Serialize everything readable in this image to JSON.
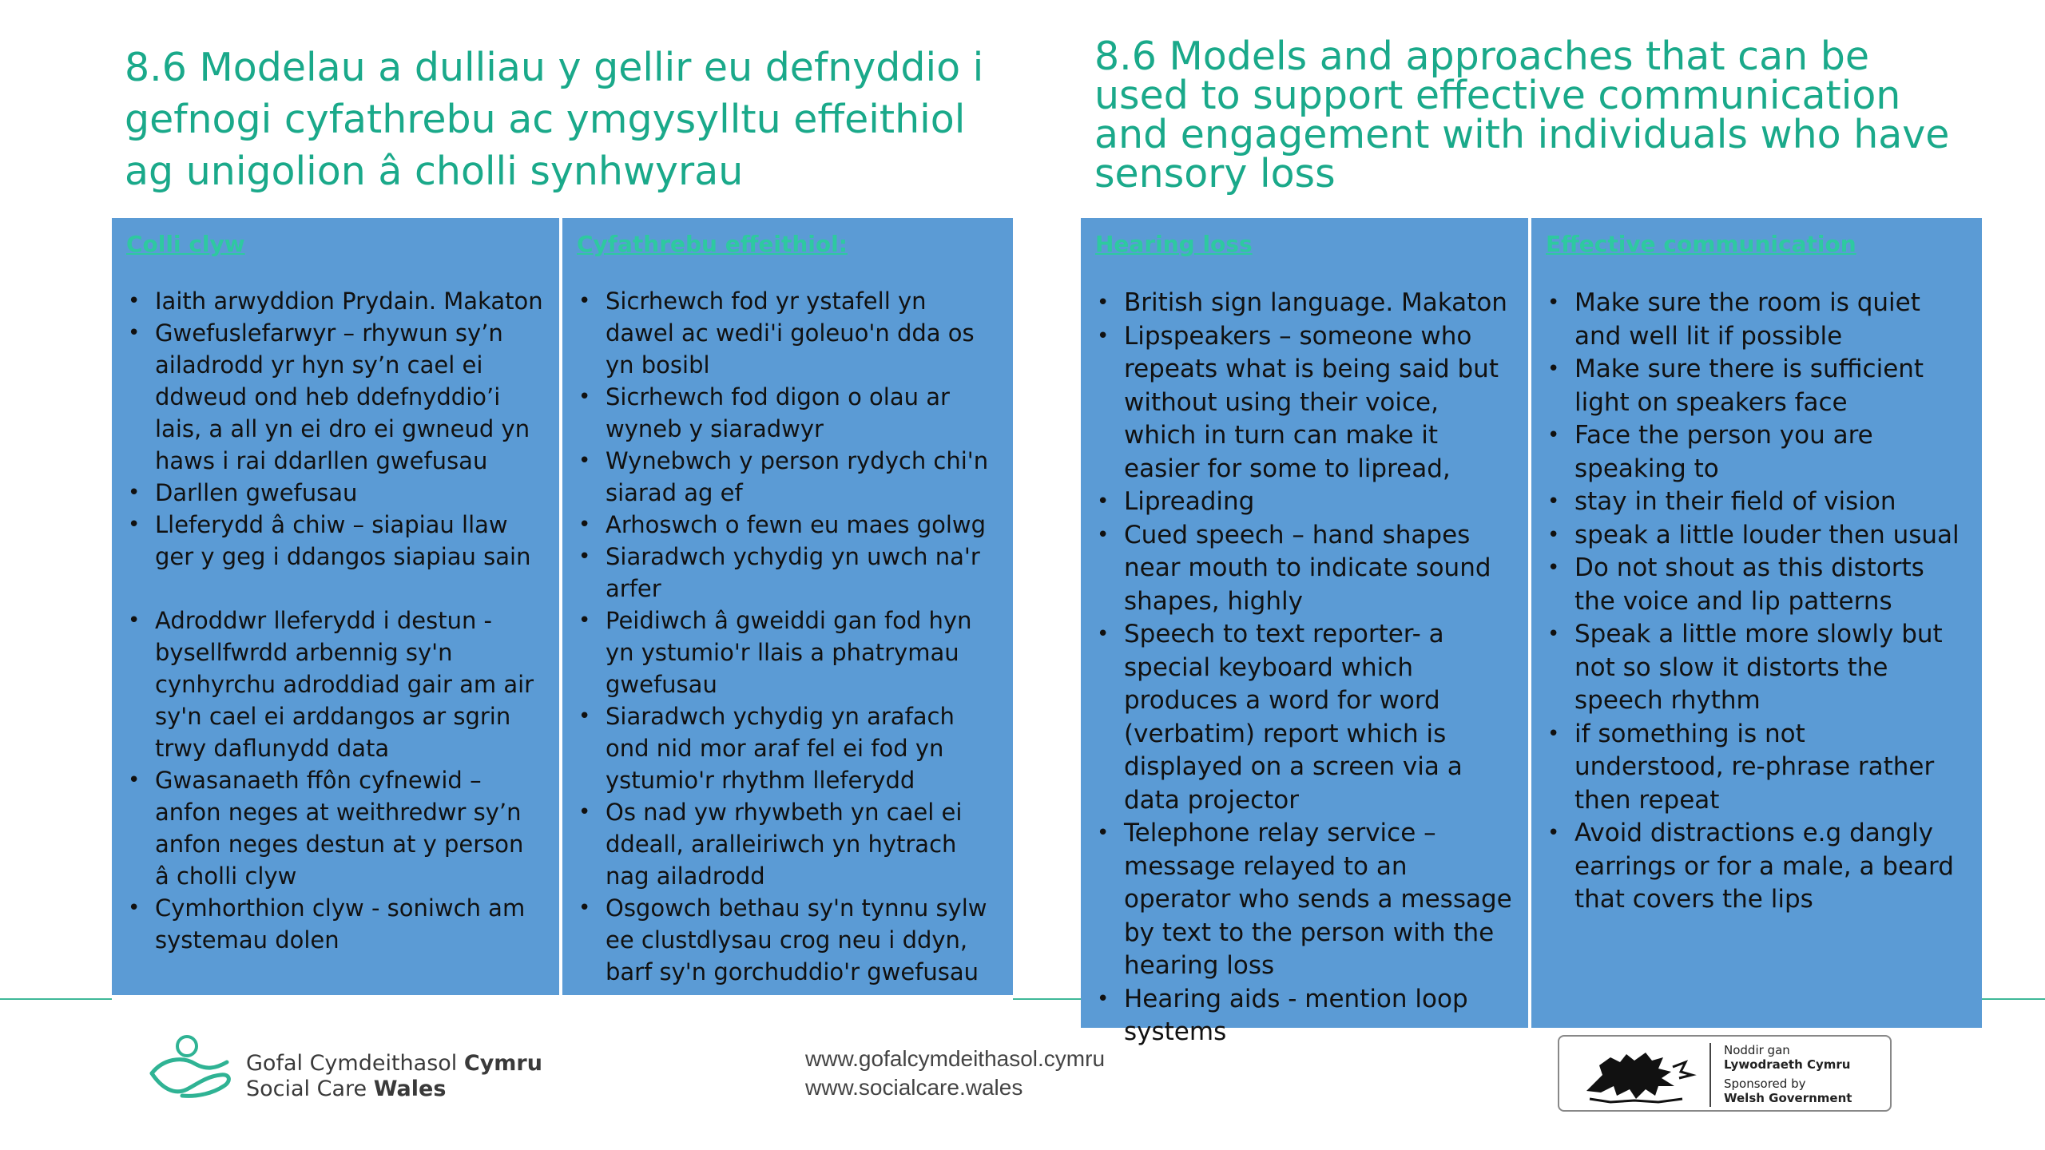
{
  "titles": {
    "welsh": "8.6 Modelau a dulliau y gellir eu defnyddio i gefnogi cyfathrebu ac ymgysylltu effeithiol ag unigolion â cholli synhwyrau",
    "english": "8.6 Models and approaches that can be used to support effective communication and engagement with individuals who have sensory loss"
  },
  "welsh_panel": {
    "hearing_loss": {
      "heading": "Colli clyw",
      "items": [
        "Iaith arwyddion Prydain. Makaton",
        "Gwefuslefarwyr – rhywun sy’n ailadrodd yr hyn sy’n cael ei ddweud ond heb ddefnyddio’i lais, a all yn ei dro ei gwneud yn haws i rai ddarllen gwefusau",
        "Darllen gwefusau",
        "Lleferydd â chiw – siapiau llaw ger y geg i ddangos siapiau sain",
        "Adroddwr lleferydd i destun - bysellfwrdd arbennig sy'n cynhyrchu adroddiad gair am air sy'n cael ei arddangos ar sgrin trwy daflunydd data",
        "Gwasanaeth ffôn cyfnewid – anfon neges at weithredwr sy’n anfon neges destun at y person â cholli clyw",
        "Cymhorthion clyw - soniwch am systemau dolen"
      ]
    },
    "effective_communication": {
      "heading": "Cyfathrebu effeithiol:",
      "items": [
        "Sicrhewch fod yr ystafell yn dawel ac wedi'i goleuo'n dda os yn bosibl",
        " Sicrhewch fod digon o olau ar wyneb y siaradwyr",
        " Wynebwch y person rydych chi'n siarad ag ef",
        " Arhoswch o fewn eu maes golwg",
        " Siaradwch ychydig yn uwch na'r arfer",
        " Peidiwch â gweiddi gan fod hyn yn ystumio'r llais a phatrymau gwefusau",
        " Siaradwch ychydig yn arafach ond nid mor araf fel ei fod yn ystumio'r rhythm lleferydd",
        " Os nad yw rhywbeth yn cael ei ddeall, aralleiriwch yn hytrach nag ailadrodd",
        " Osgowch bethau sy'n tynnu sylw ee clustdlysau crog neu i ddyn, barf sy'n gorchuddio'r gwefusau"
      ]
    }
  },
  "english_panel": {
    "hearing_loss": {
      "heading": "Hearing loss",
      "items": [
        "British sign language. Makaton",
        "Lipspeakers – someone who repeats what is being said but without using their voice, which in turn can make it easier for some to lipread,",
        "Lipreading",
        "Cued speech – hand shapes near mouth to indicate sound shapes, highly",
        "Speech to text reporter- a special keyboard which produces a word for word (verbatim) report which is displayed on a screen via a data projector",
        "Telephone relay service – message relayed to an operator who sends a message by text to the person with the hearing loss",
        "Hearing aids - mention loop systems"
      ]
    },
    "effective_communication": {
      "heading": "Effective communication",
      "items": [
        "Make sure the room is quiet and well lit if possible",
        " Make sure there is sufficient light on speakers face",
        " Face the person you are speaking to",
        " stay in their field of vision",
        " speak a little louder then usual",
        " Do not shout as this distorts the voice and lip patterns",
        " Speak a little more slowly but not so slow it distorts the speech rhythm",
        " if something is not understood, re-phrase rather then repeat",
        " Avoid distractions e.g dangly earrings or  for a male, a beard that covers the lips"
      ]
    }
  },
  "footer": {
    "logo_line1_regular": "Gofal Cymdeithasol ",
    "logo_line1_bold": "Cymru",
    "logo_line2_regular": "Social Care ",
    "logo_line2_bold": "Wales",
    "url_welsh": "www.gofalcymdeithasol.cymru",
    "url_english": "www.socialcare.wales",
    "sponsor_welsh_label": "Noddir gan",
    "sponsor_welsh_name": "Lywodraeth Cymru",
    "sponsor_english_label": "Sponsored by",
    "sponsor_english_name": "Welsh Government"
  },
  "colors": {
    "title_green": "#1aa98a",
    "panel_blue": "#5b9bd5",
    "heading_teal": "#2ec9a0",
    "rule_green": "#3fb898"
  }
}
